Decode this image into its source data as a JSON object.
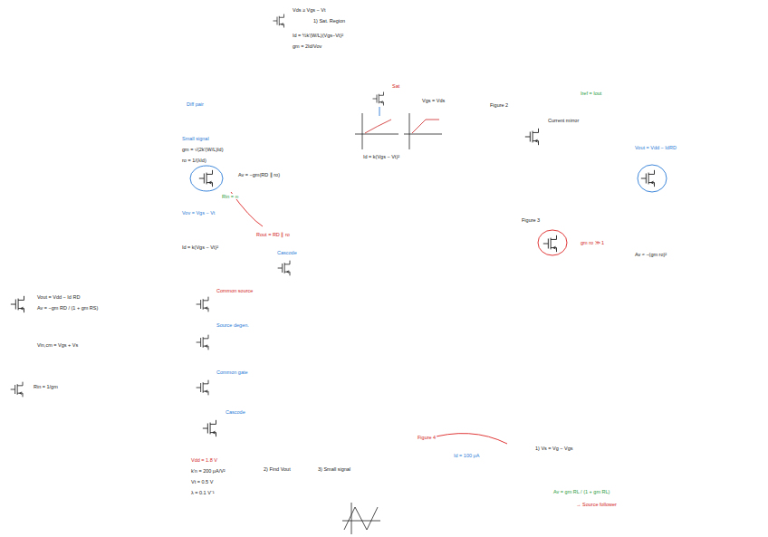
{
  "diagram": {
    "labels": [
      "Vds ≥ Vgs − Vt",
      "1) Sat. Region",
      "Id = ½k'(W/L)(Vgs−Vt)²",
      "gm = 2Id/Vov",
      "Sat",
      "Diff pair",
      "Small signal",
      "gm = √(2k'(W/L)Id)",
      "ro = 1/(λId)",
      "Av = −gm(RD ∥ ro)",
      "Rin = ∞",
      "Rout = RD ∥ ro",
      "Vov = Vgs − Vt",
      "Id = k(Vgs − Vt)²",
      "Cascode",
      "Common source",
      "Source degen.",
      "Common gate",
      "Cascode",
      "Id = k(Vgs − Vt)²",
      "Vgs = Vds",
      "Figure 2",
      "Current mirror",
      "Iref = Iout",
      "Vout = Vdd − IdRD",
      "Figure 3",
      "gm ro ≫ 1",
      "Av ≈ −(gm ro)²",
      "Vout = Vdd − Id RD",
      "Av = −gm RD / (1 + gm RS)",
      "Vin,cm = Vgs + Vs",
      "Rin = 1/gm",
      "Vdd = 1.8 V",
      "k'n = 200 μA/V²",
      "Vt = 0.5 V",
      "λ = 0.1 V⁻¹",
      "2) Find Vout",
      "3) Small signal",
      "Figure 4",
      "Id = 100 μA",
      "1) Vs = Vg − Vgs",
      "Av = gm RL / (1 + gm RL)",
      "→ Source follower"
    ]
  }
}
